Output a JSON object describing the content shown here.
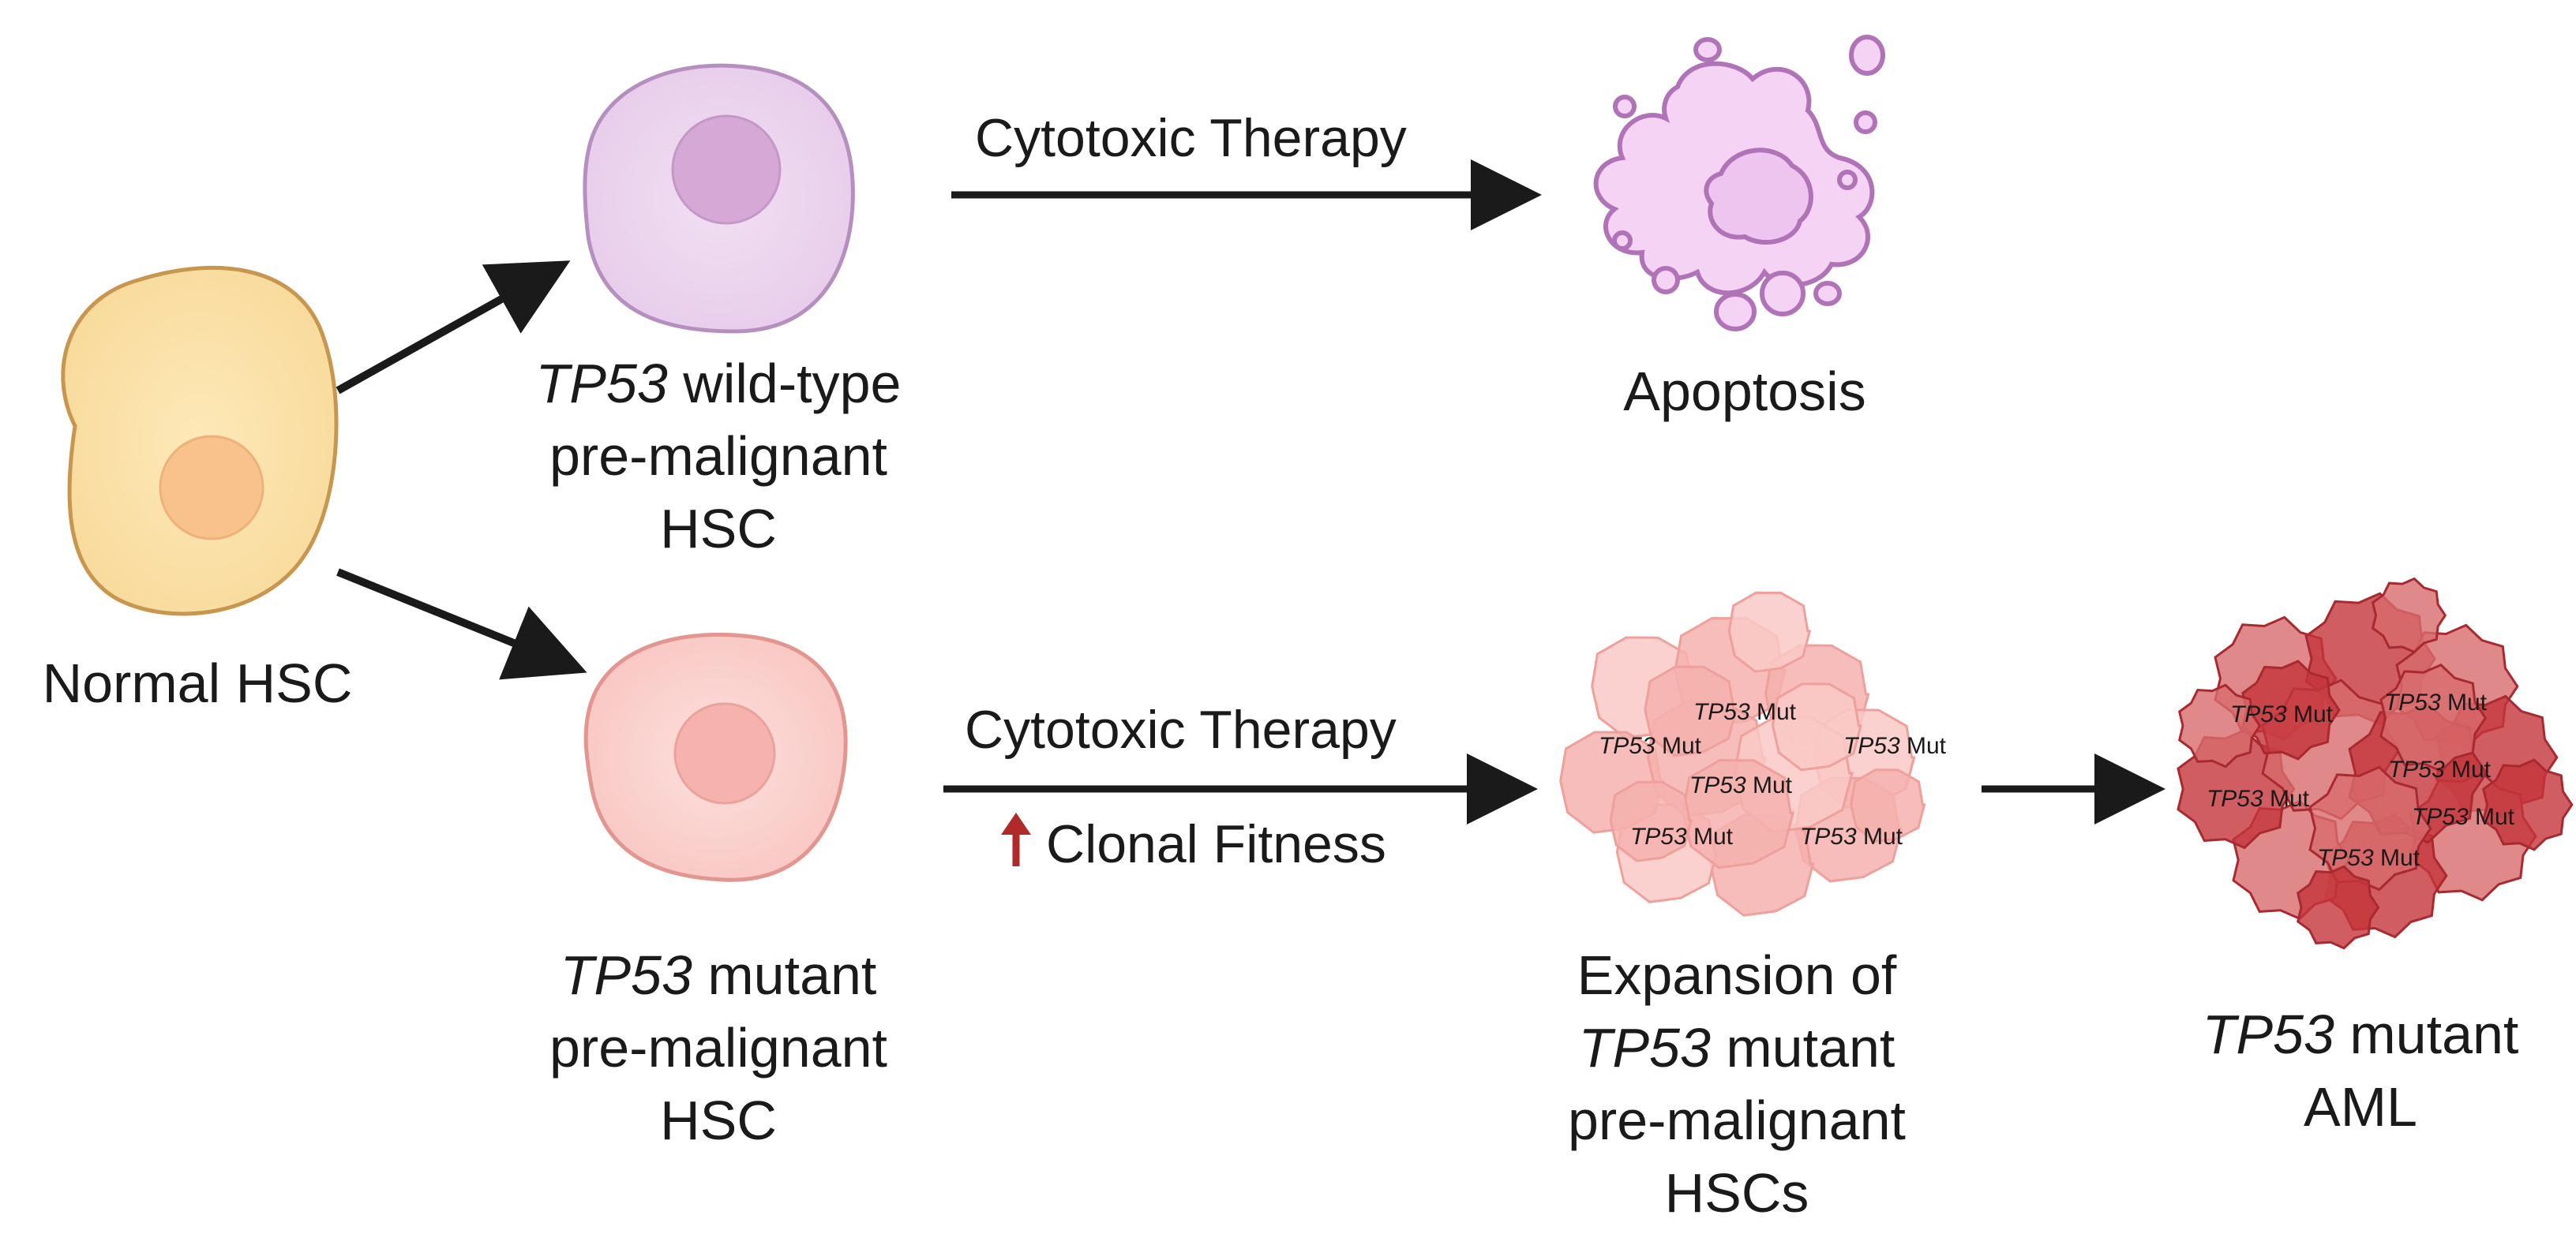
{
  "cells": {
    "normal": {
      "label": "Normal HSC"
    },
    "wildtype": {
      "gene": "TP53",
      "label_rest": "wild-type",
      "line2": "pre-malignant",
      "line3": "HSC"
    },
    "mutant": {
      "gene": "TP53",
      "label_rest": "mutant",
      "line2": "pre-malignant",
      "line3": "HSC"
    },
    "apoptosis": {
      "label": "Apoptosis"
    },
    "expansion": {
      "line1": "Expansion of",
      "gene": "TP53",
      "line2_rest": "mutant",
      "line3": "pre-malignant",
      "line4": "HSCs"
    },
    "aml": {
      "gene": "TP53",
      "line1_rest": "mutant",
      "line2": "AML"
    }
  },
  "arrows": {
    "top_therapy": "Cytotoxic Therapy",
    "bottom_therapy": "Cytotoxic Therapy",
    "fitness": "Clonal Fitness",
    "fitness_icon": "up-arrow-icon"
  },
  "cluster_labels": {
    "gene": "TP53",
    "suffix": "Mut"
  },
  "colors": {
    "normal_fill": "#fbe3a8",
    "normal_stroke": "#c8964e",
    "normal_nucleus": "#f8c28c",
    "wt_fill": "#ecd5ee",
    "wt_stroke": "#b68fc0",
    "wt_nucleus": "#d6a8d6",
    "mut_fill": "#fbd3d0",
    "mut_stroke": "#e39690",
    "mut_nucleus": "#f6b2ad",
    "apoptosis_fill": "#f4d3f4",
    "apoptosis_stroke": "#b073b7",
    "expansion_fill": "#f6b7b4",
    "aml_fill": "#c9363b",
    "fitness_arrow": "#b02a2a",
    "arrow": "#1a1a1a"
  }
}
